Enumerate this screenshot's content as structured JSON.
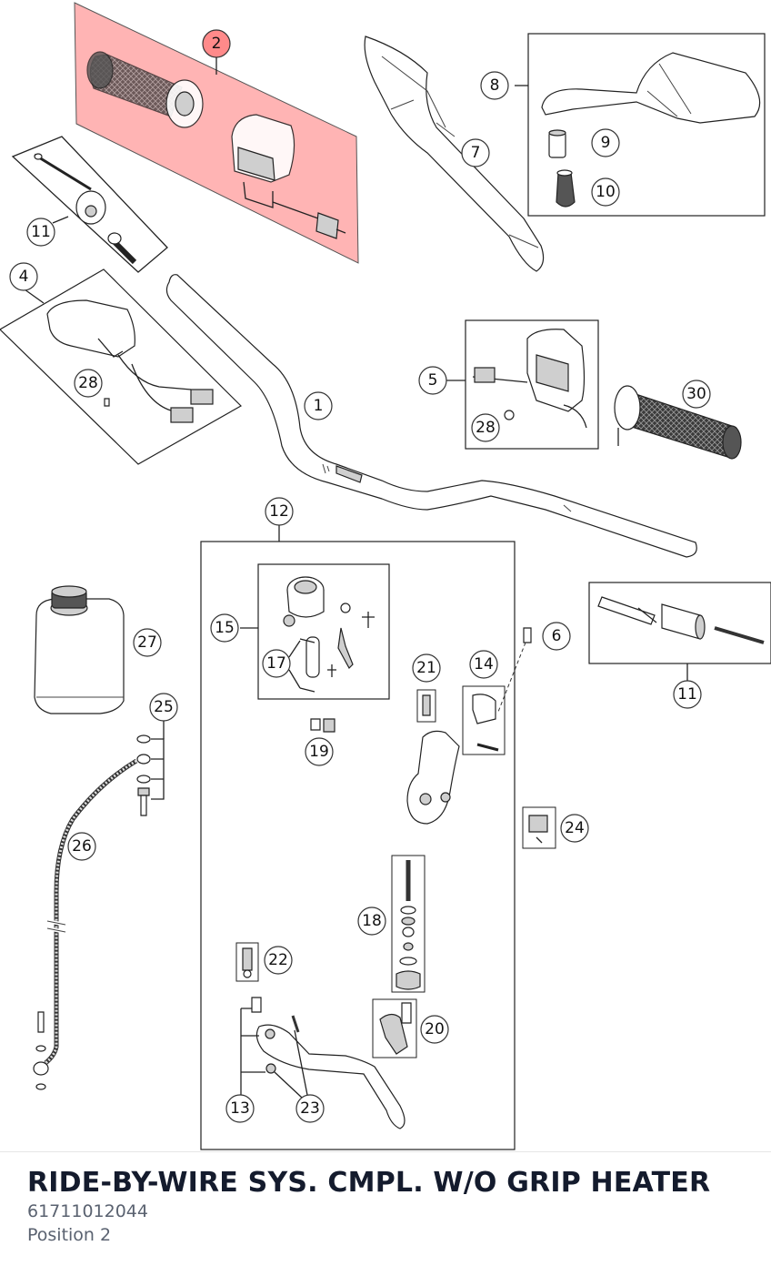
{
  "diagram": {
    "highlight_color": "#ff6b6b",
    "labels": {
      "l1": "1",
      "l2": "2",
      "l4": "4",
      "l5": "5",
      "l6": "6",
      "l7": "7",
      "l8": "8",
      "l9": "9",
      "l10": "10",
      "l11a": "11",
      "l11b": "11",
      "l12": "12",
      "l13": "13",
      "l14": "14",
      "l15": "15",
      "l17": "17",
      "l18": "18",
      "l19": "19",
      "l20": "20",
      "l21": "21",
      "l22": "22",
      "l23": "23",
      "l24": "24",
      "l25": "25",
      "l26": "26",
      "l27": "27",
      "l28a": "28",
      "l28b": "28",
      "l30": "30"
    }
  },
  "info": {
    "title": "RIDE-BY-WIRE SYS. CMPL. W/O GRIP HEATER",
    "part_number": "61711012044",
    "position": "Position 2"
  }
}
